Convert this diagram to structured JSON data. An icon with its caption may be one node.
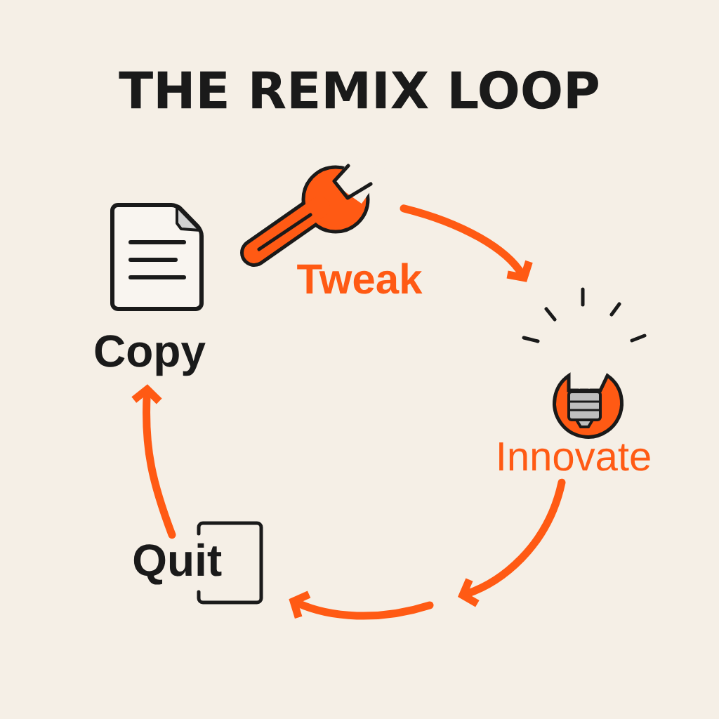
{
  "diagram": {
    "title": "THE REMIX LOOP",
    "nodes": [
      {
        "text": [
          "Copy"
        ]
      },
      {
        "text": [
          "Tweak"
        ]
      },
      {
        "text": [
          "Innovate"
        ]
      },
      {
        "text": [
          "Quit"
        ]
      }
    ],
    "edges": [
      {
        "from": 1,
        "to": 2,
        "arrow": "to"
      },
      {
        "from": 2,
        "to": null,
        "arrow": "to"
      },
      {
        "from": null,
        "to": 3,
        "arrow": "to"
      },
      {
        "from": 3,
        "to": 0,
        "arrow": "to"
      }
    ]
  }
}
